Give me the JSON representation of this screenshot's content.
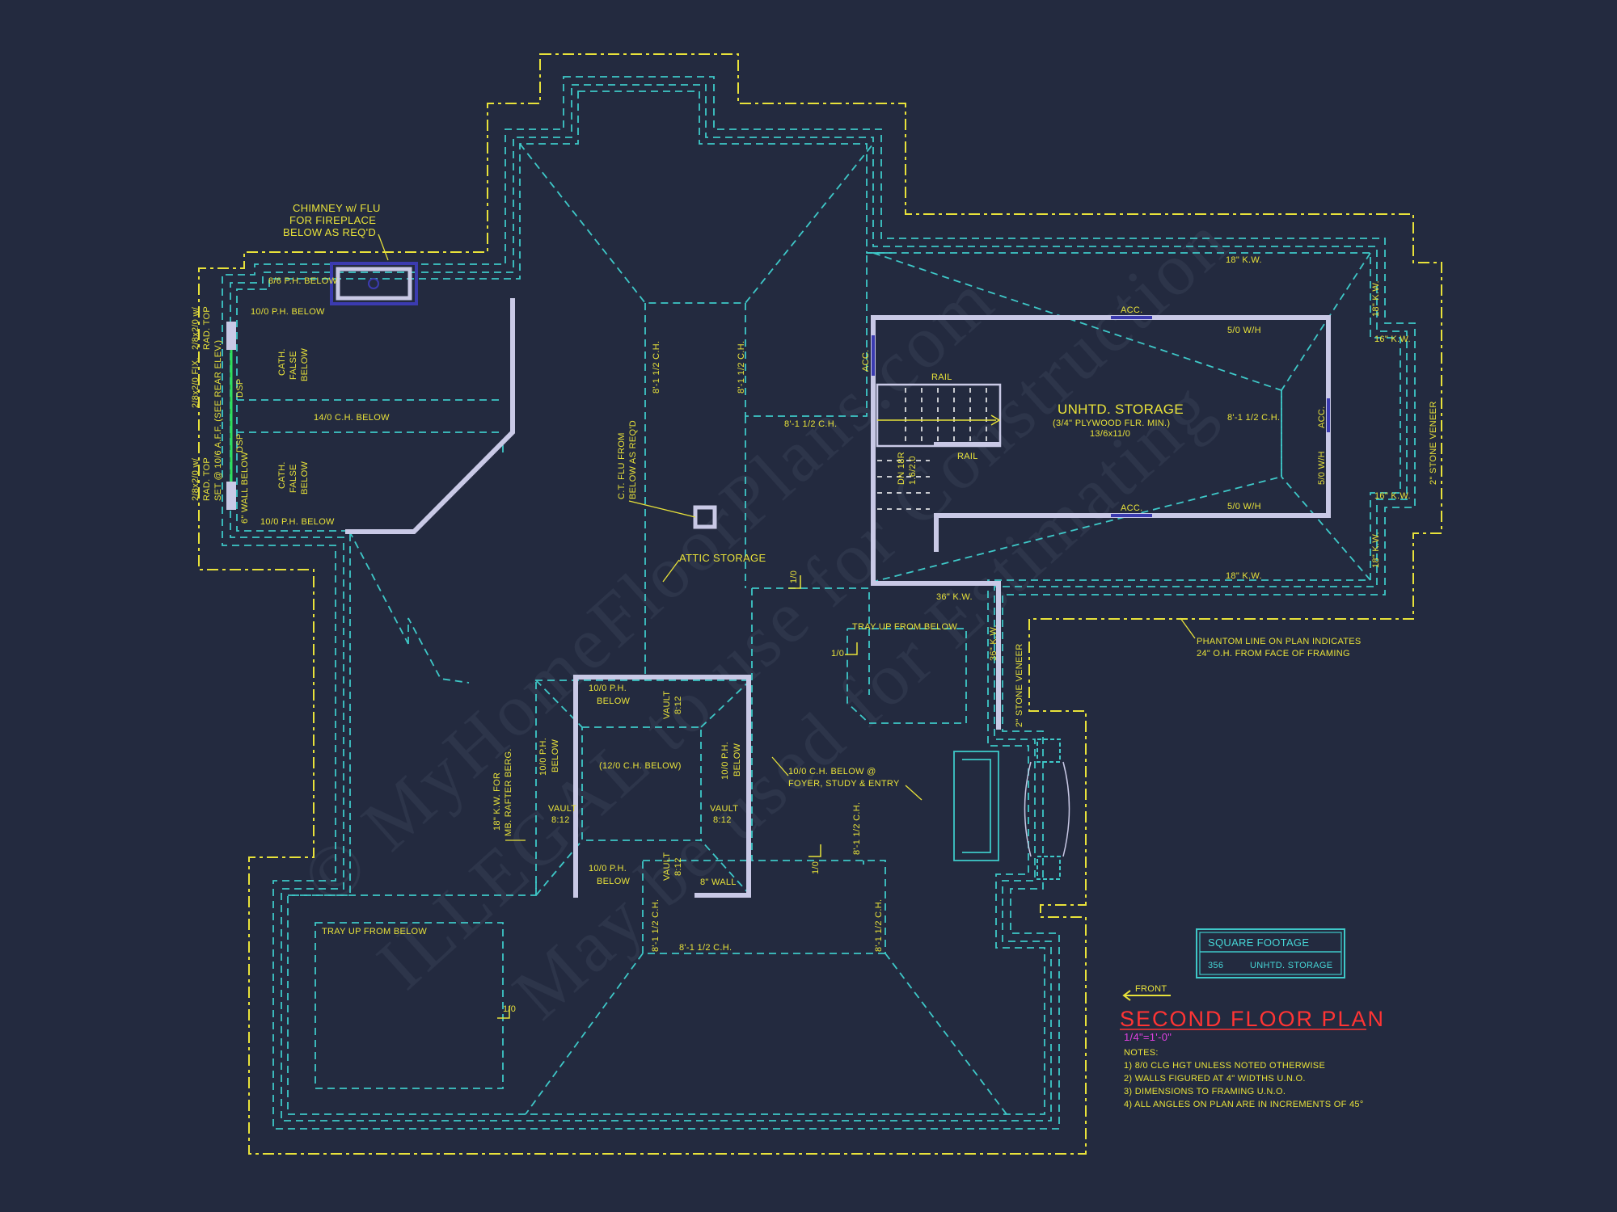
{
  "watermark": {
    "line1": "© MyHomeFloorPlans.com",
    "line2": "ILLEGAL to use for Construction",
    "line3": "May be used for Estimating"
  },
  "labels": {
    "chimney_1": "CHIMNEY w/ FLU",
    "chimney_2": "FOR FIREPLACE",
    "chimney_3": "BELOW AS REQ'D",
    "ph_86": "8/6 P.H. BELOW",
    "ph_100_top": "10/0 P.H. BELOW",
    "ph_100_bot": "10/0 P.H. BELOW",
    "ch_140": "14/0 C.H. BELOW",
    "cath_1a": "CATH.",
    "cath_1b": "FALSE",
    "cath_1c": "BELOW",
    "cath_2a": "CATH.",
    "cath_2b": "FALSE",
    "cath_2c": "BELOW",
    "dsp_1": "DSP",
    "dsp_2": "DSP",
    "wall_below": "6\" WALL BELOW",
    "window_1": "2/8x2/0 w/",
    "window_2": "RAD. TOP",
    "window_3": "SET @ 10/6 A.F.F. (SEE REAR ELEV.)",
    "window_4": "2/8x2/0 FIX.",
    "window_5": "2/8x2/0 w/",
    "window_6": "RAD. TOP",
    "ch_8112_a": "8'-1 1/2 C.H.",
    "ch_8112_b": "8'-1 1/2 C.H.",
    "ch_8112_c": "8'-1 1/2 C.H.",
    "ct_flu_1": "C.T. FLU FROM",
    "ct_flu_2": "BELOW AS REQ'D",
    "attic_storage": "ATTIC STORAGE",
    "kw_18_top": "18\" K.W.",
    "kw_18_bot": "18\" K.W.",
    "kw_18_r1": "18\" K.W.",
    "kw_18_r2": "18\" K.W.",
    "kw_16_r1": "16\" K.W.",
    "kw_16_r2": "16\" K.W.",
    "acc_top": "ACC.",
    "acc_bot": "ACC.",
    "acc_left": "ACC.",
    "acc_right": "ACC.",
    "wh_50_top": "5/0 W/H",
    "wh_50_bot": "5/0 W/H",
    "wh_50_right": "5/0 W/H",
    "rail_top": "RAIL",
    "rail_bot": "RAIL",
    "dn": "DN 18R",
    "dn2": "1.6/2.0",
    "unhtd_storage": "UNHTD. STORAGE",
    "plywood": "(3/4\" PLYWOOD FLR. MIN.)",
    "size": "13/6x11/0",
    "ch_8112_storage": "8'-1 1/2 C.H.",
    "stone_veneer_r": "2\" STONE VENEER",
    "stone_veneer_c": "2\" STONE VENEER",
    "kw_36_a": "36\" K.W.",
    "kw_36_b": "36\" K.W.",
    "tray_up_1": "TRAY UP FROM BELOW",
    "tray_up_2": "TRAY UP FROM BELOW",
    "phantom_1": "PHANTOM LINE ON PLAN INDICATES",
    "phantom_2": "24\" O.H. FROM FACE OF FRAMING",
    "ph_100_c1a": "10/0 P.H.",
    "ph_100_c1b": "BELOW",
    "ph_100_c2a": "10/0 P.H.",
    "ph_100_c2b": "BELOW",
    "ph_100_c3a": "10/0 P.H.",
    "ph_100_c3b": "BELOW",
    "ph_100_c4a": "10/0 P.H.",
    "ph_100_c4b": "BELOW",
    "ch_120": "(12/0 C.H. BELOW)",
    "vault_1a": "VAULT",
    "vault_1b": "8:12",
    "vault_2a": "VAULT",
    "vault_2b": "8:12",
    "vault_3a": "VAULT",
    "vault_3b": "8:12",
    "vault_4a": "VAULT",
    "vault_4b": "8:12",
    "wall_8": "8\" WALL",
    "kw_18_mb_1": "18\" K.W. FOR",
    "kw_18_mb_2": "MB. RAFTER BERG.",
    "foyer_1": "10/0 C.H. BELOW @",
    "foyer_2": "FOYER, STUDY & ENTRY",
    "ch_8112_d": "8'-1 1/2 C.H.",
    "ch_8112_e": "8'-1 1/2 C.H.",
    "ch_8112_f": "8'-1 1/2 C.H.",
    "ch_8112_g": "8'-1 1/2 C.H.",
    "pitch_10a": "1/0",
    "pitch_10b": "1/0",
    "pitch_10c": "1/0",
    "pitch_10d": "1/0",
    "pitch_10e": "1/0"
  },
  "square_footage": {
    "title": "SQUARE FOOTAGE",
    "value": "356",
    "label": "UNHTD. STORAGE"
  },
  "title_block": {
    "front": "FRONT",
    "title": "SECOND FLOOR PLAN",
    "scale": "1/4\"=1'-0\"",
    "notes_heading": "NOTES:",
    "notes": [
      "1)  8/0 CLG HGT UNLESS NOTED OTHERWISE",
      "2)  WALLS FIGURED AT 4\" WIDTHS U.N.O.",
      "3)  DIMENSIONS TO FRAMING U.N.O.",
      "4)  ALL ANGLES ON PLAN ARE IN INCREMENTS OF 45°"
    ]
  },
  "colors": {
    "background": "#232a3f",
    "overhang_line": "#e8e23a",
    "roof_line": "#3ec8c8",
    "wall": "#c9c9e6",
    "title": "#ff3434",
    "scale": "#e040e0"
  }
}
